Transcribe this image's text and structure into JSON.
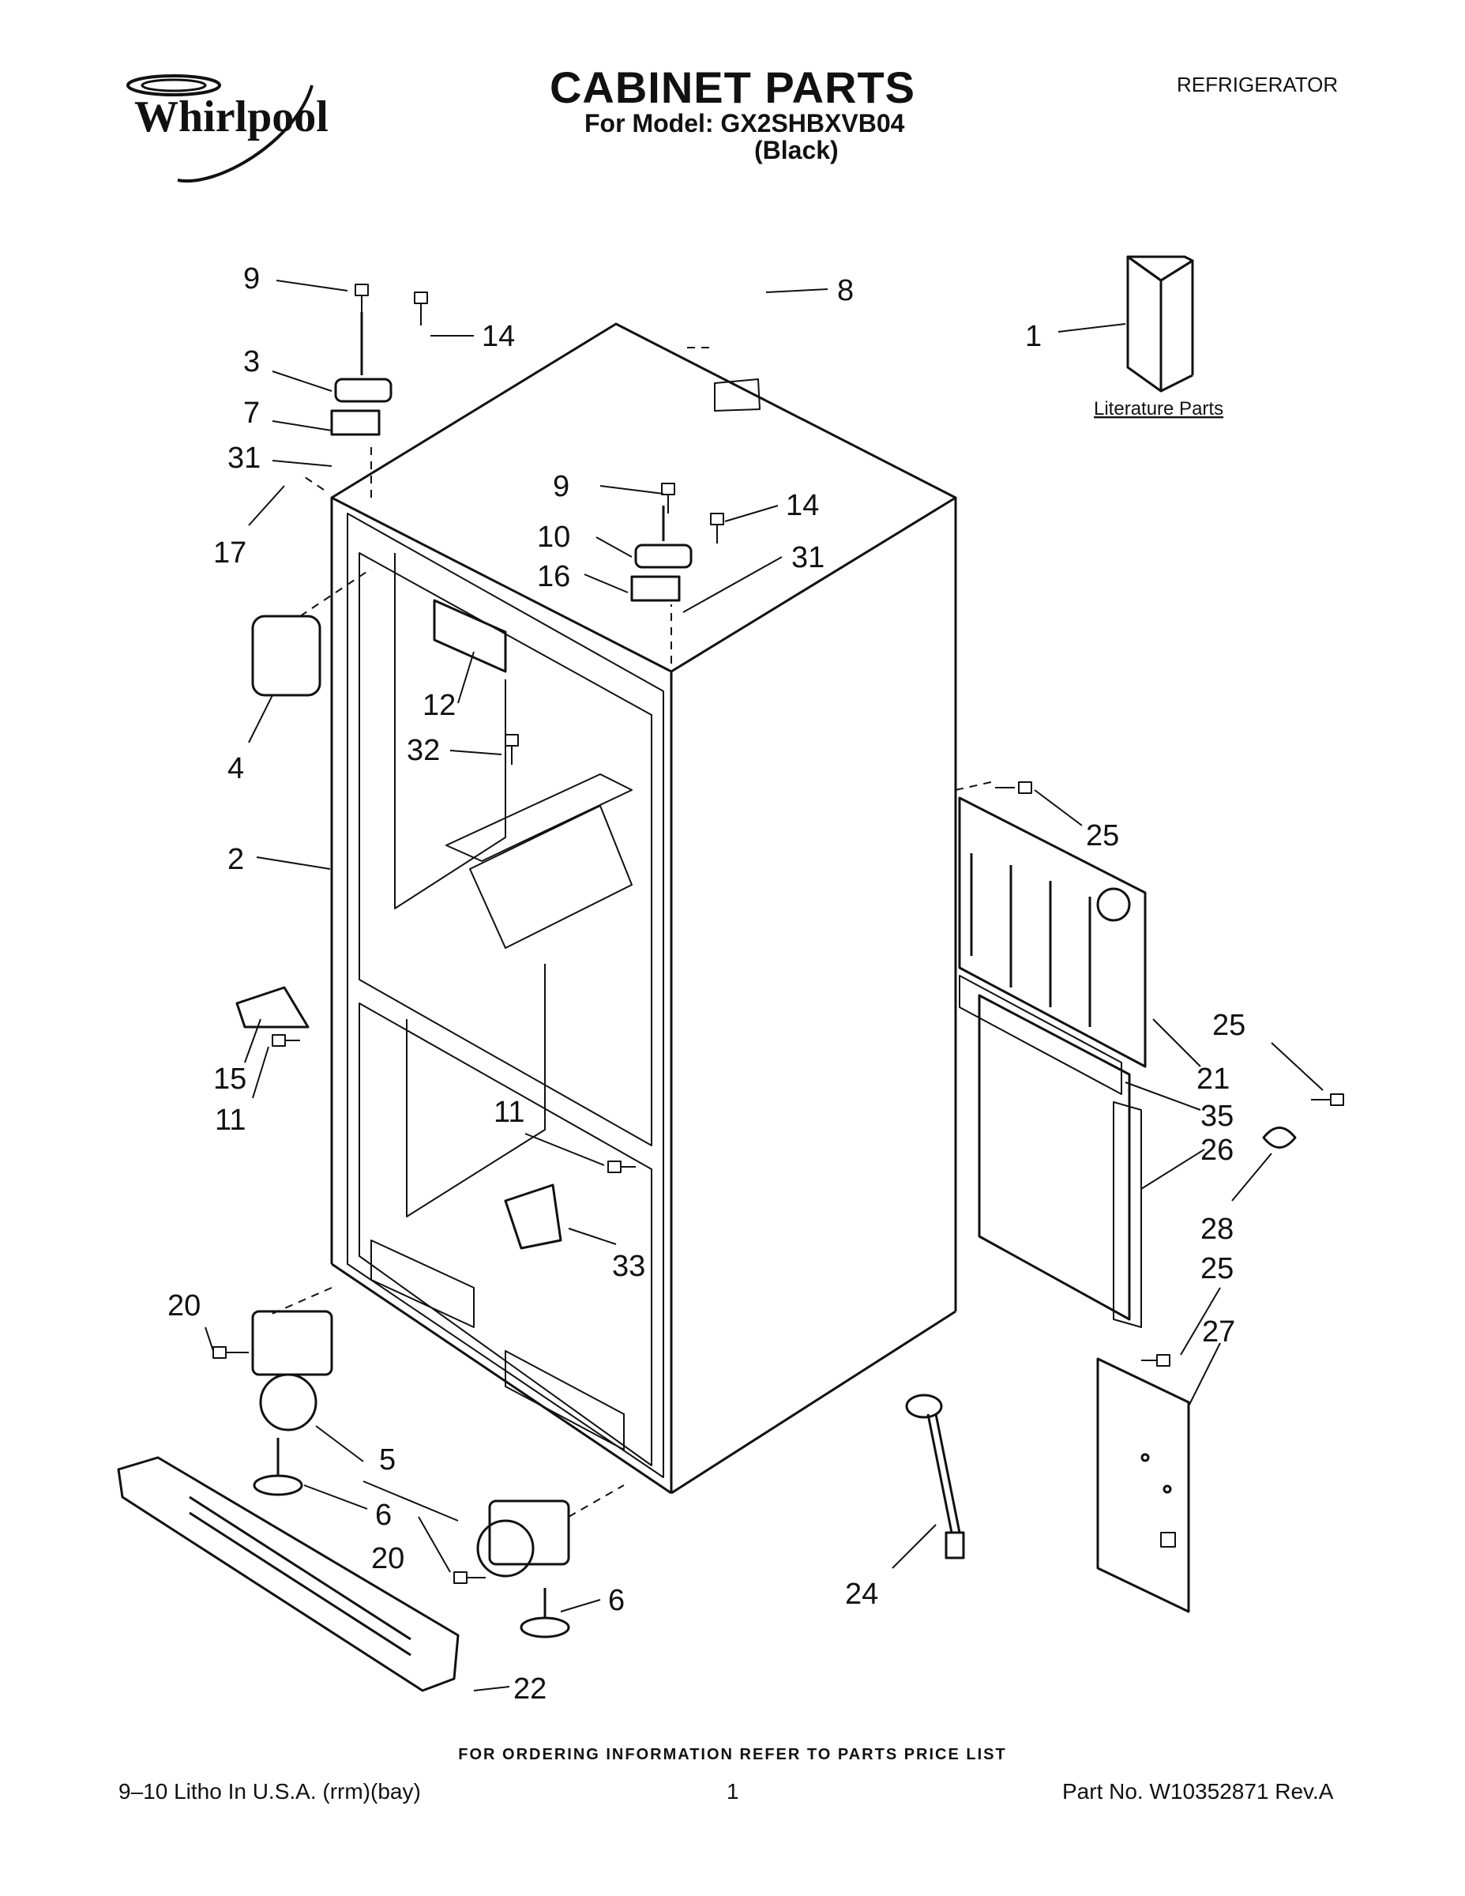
{
  "header": {
    "brand": "Whirlpool",
    "title": "CABINET PARTS",
    "model_line": "For Model: GX2SHBXVB04",
    "variant": "(Black)",
    "category": "REFRIGERATOR"
  },
  "literature_label": "Literature Parts",
  "callouts": [
    "9",
    "14",
    "3",
    "7",
    "31",
    "17",
    "4",
    "2",
    "15",
    "11",
    "20",
    "5",
    "6",
    "20",
    "6",
    "22",
    "8",
    "1",
    "9",
    "14",
    "10",
    "16",
    "31",
    "12",
    "32",
    "11",
    "33",
    "25",
    "21",
    "25",
    "35",
    "26",
    "28",
    "25",
    "27",
    "24"
  ],
  "footer": {
    "order_note": "FOR ORDERING INFORMATION REFER TO PARTS PRICE LIST",
    "litho": "9–10 Litho In U.S.A. (rrm)(bay)",
    "page": "1",
    "part_no": "Part No. W10352871 Rev.A"
  }
}
